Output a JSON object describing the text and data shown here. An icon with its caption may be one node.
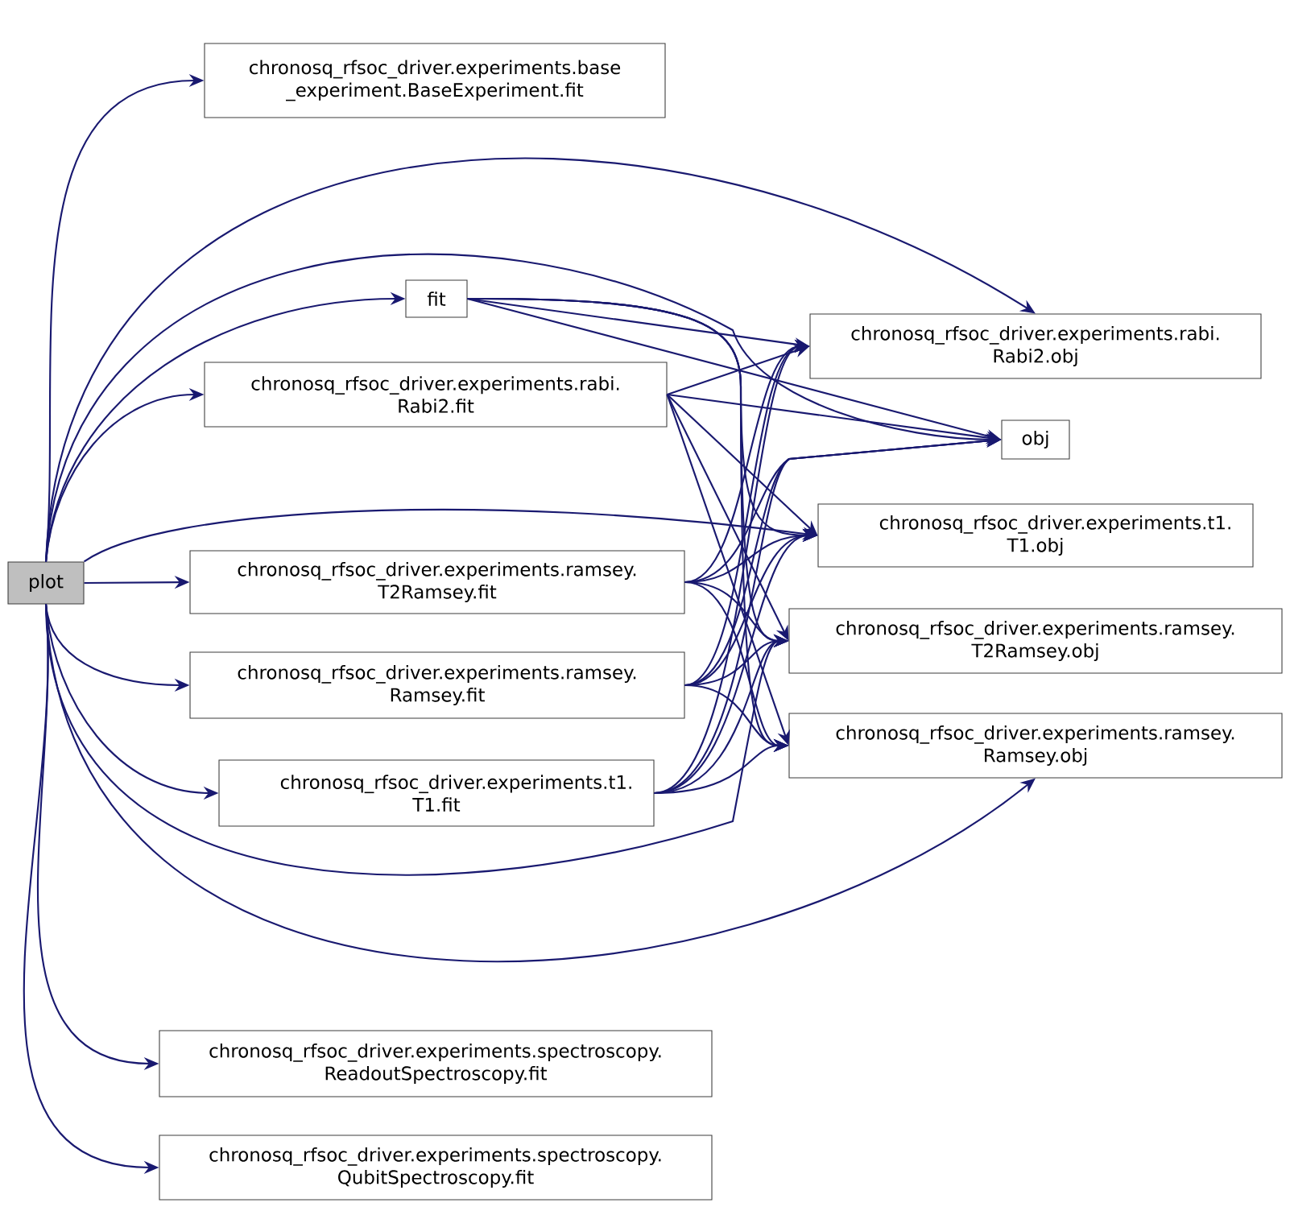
{
  "diagram": {
    "nodes": [
      {
        "text": [
          "plot"
        ]
      },
      {
        "text": [
          "chronosq_rfsoc_driver.experiments.base _experiment.BaseExperiment.fit"
        ]
      },
      {
        "text": [
          "fit"
        ]
      },
      {
        "text": [
          "chronosq_rfsoc_driver.experiments.rabi. Rabi2.fit"
        ]
      },
      {
        "text": [
          "chronosq_rfsoc_driver.experiments.ramsey. T2Ramsey.fit"
        ]
      },
      {
        "text": [
          "chronosq_rfsoc_driver.experiments.ramsey. Ramsey.fit"
        ]
      },
      {
        "text": [
          "chronosq_rfsoc_driver.experiments.t1. T1.fit"
        ]
      },
      {
        "text": [
          "chronosq_rfsoc_driver.experiments.spectroscopy. ReadoutSpectroscopy.fit"
        ]
      },
      {
        "text": [
          "chronosq_rfsoc_driver.experiments.spectroscopy. QubitSpectroscopy.fit"
        ]
      },
      {
        "text": [
          "chronosq_rfsoc_driver.experiments.rabi. Rabi2.obj"
        ]
      },
      {
        "text": [
          "obj"
        ]
      },
      {
        "text": [
          "chronosq_rfsoc_driver.experiments.t1. T1.obj"
        ]
      },
      {
        "text": [
          "chronosq_rfsoc_driver.experiments.ramsey. T2Ramsey.obj"
        ]
      },
      {
        "text": [
          "chronosq_rfsoc_driver.experiments.ramsey. Ramsey.obj"
        ]
      }
    ],
    "edges": [
      {
        "from": 0,
        "to": 1,
        "arrow": "to"
      },
      {
        "from": 0,
        "to": 9,
        "arrow": "to"
      },
      {
        "from": 0,
        "to": 10,
        "arrow": "to"
      },
      {
        "from": 0,
        "to": 2,
        "arrow": "to"
      },
      {
        "from": 0,
        "to": 3,
        "arrow": "to"
      },
      {
        "from": 0,
        "to": 11,
        "arrow": "to"
      },
      {
        "from": 0,
        "to": 4,
        "arrow": "to"
      },
      {
        "from": 0,
        "to": 5,
        "arrow": "to"
      },
      {
        "from": 0,
        "to": 6,
        "arrow": "to"
      },
      {
        "from": 0,
        "to": 12,
        "arrow": "to"
      },
      {
        "from": 0,
        "to": 13,
        "arrow": "to"
      },
      {
        "from": 0,
        "to": 7,
        "arrow": "to"
      },
      {
        "from": 0,
        "to": 8,
        "arrow": "to"
      },
      {
        "from": 2,
        "to": 9,
        "arrow": "to"
      },
      {
        "from": 2,
        "to": 10,
        "arrow": "to"
      },
      {
        "from": 2,
        "to": 11,
        "arrow": "to"
      },
      {
        "from": 2,
        "to": 12,
        "arrow": "to"
      },
      {
        "from": 2,
        "to": 13,
        "arrow": "to"
      },
      {
        "from": 3,
        "to": 9,
        "arrow": "to"
      },
      {
        "from": 3,
        "to": 10,
        "arrow": "to"
      },
      {
        "from": 3,
        "to": 11,
        "arrow": "to"
      },
      {
        "from": 3,
        "to": 12,
        "arrow": "to"
      },
      {
        "from": 3,
        "to": 13,
        "arrow": "to"
      },
      {
        "from": 4,
        "to": 9,
        "arrow": "to"
      },
      {
        "from": 4,
        "to": 10,
        "arrow": "to"
      },
      {
        "from": 4,
        "to": 11,
        "arrow": "to"
      },
      {
        "from": 4,
        "to": 12,
        "arrow": "to"
      },
      {
        "from": 4,
        "to": 13,
        "arrow": "to"
      },
      {
        "from": 5,
        "to": 9,
        "arrow": "to"
      },
      {
        "from": 5,
        "to": 10,
        "arrow": "to"
      },
      {
        "from": 5,
        "to": 11,
        "arrow": "to"
      },
      {
        "from": 5,
        "to": 12,
        "arrow": "to"
      },
      {
        "from": 5,
        "to": 13,
        "arrow": "to"
      },
      {
        "from": 6,
        "to": 9,
        "arrow": "to"
      },
      {
        "from": 6,
        "to": 10,
        "arrow": "to"
      },
      {
        "from": 6,
        "to": 11,
        "arrow": "to"
      },
      {
        "from": 6,
        "to": 12,
        "arrow": "to"
      },
      {
        "from": 6,
        "to": 13,
        "arrow": "to"
      }
    ]
  }
}
